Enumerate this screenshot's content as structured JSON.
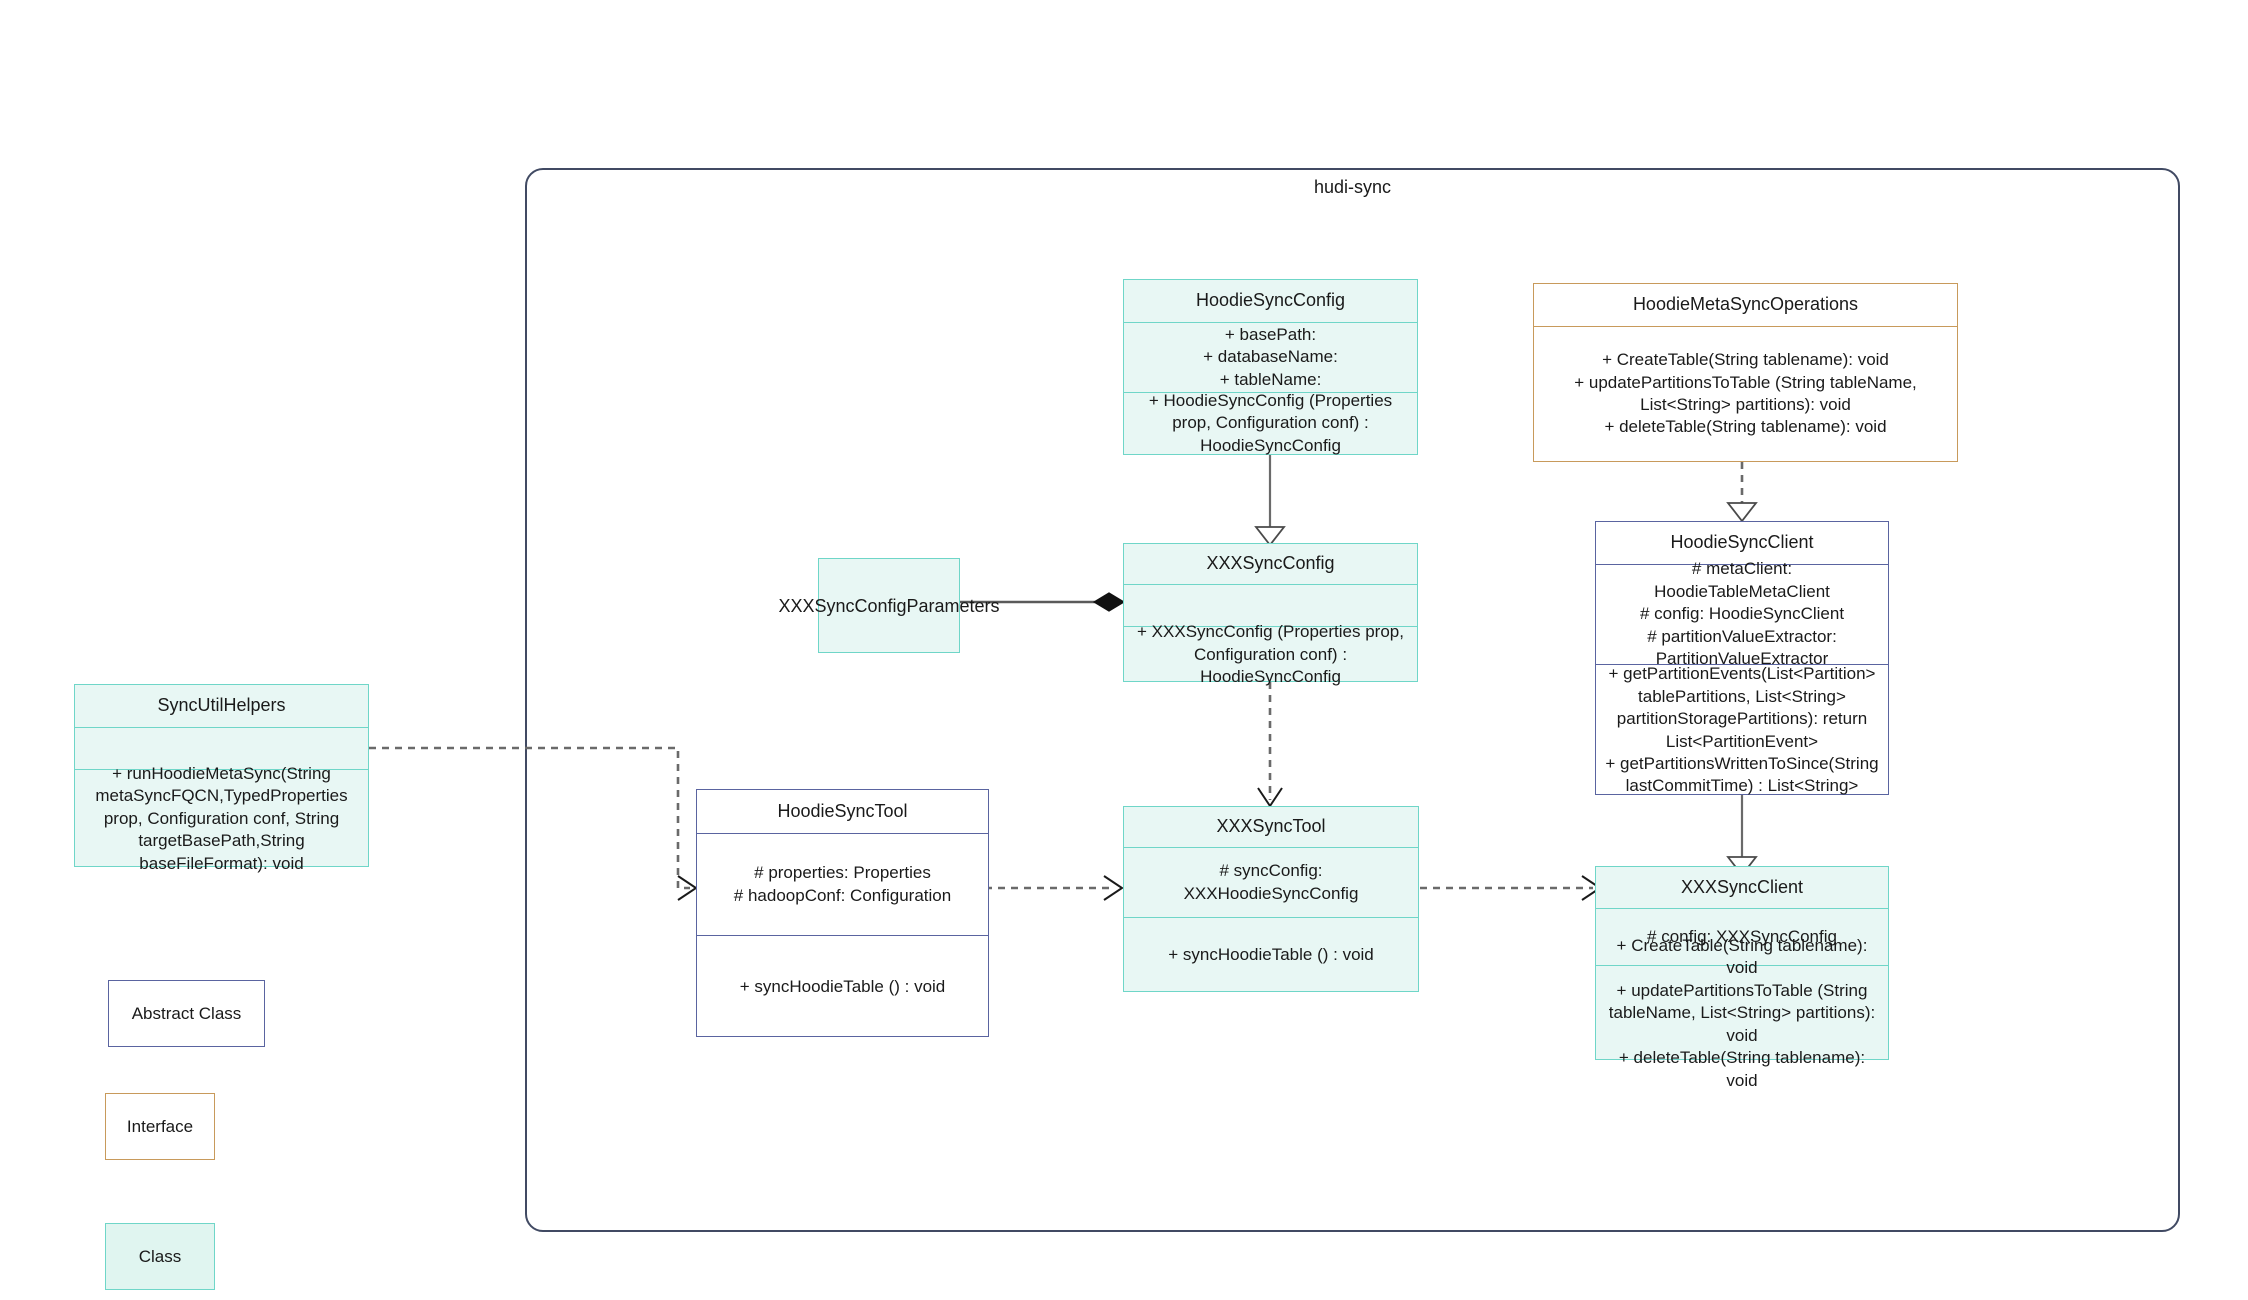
{
  "package": {
    "title": "hudi-sync"
  },
  "classes": {
    "hoodieSyncConfig": {
      "name": "HoodieSyncConfig",
      "attributes": [
        "+    basePath:",
        "+   databaseName:",
        "+   tableName:"
      ],
      "methods": [
        "+   HoodieSyncConfig (Properties prop, Configuration conf) : HoodieSyncConfig"
      ],
      "stereotype": "class"
    },
    "hoodieMetaSyncOperations": {
      "name": "HoodieMetaSyncOperations",
      "methods": [
        "+    CreateTable(String tablename): void",
        "+   updatePartitionsToTable (String tableName, List<String> partitions): void",
        "+    deleteTable(String tablename): void"
      ],
      "stereotype": "interface"
    },
    "xxxSyncConfigParameters": {
      "name": "XXXSyncConfigParameters",
      "stereotype": "class"
    },
    "xxxSyncConfig": {
      "name": "XXXSyncConfig",
      "attributes": [],
      "methods": [
        "+   XXXSyncConfig (Properties prop, Configuration conf) : HoodieSyncConfig"
      ],
      "stereotype": "class"
    },
    "hoodieSyncClient": {
      "name": "HoodieSyncClient",
      "attributes": [
        "#   metaClient: HoodieTableMetaClient",
        "#    config: HoodieSyncClient",
        "#     partitionValueExtractor: PartitionValueExtractor"
      ],
      "methods": [
        "+   getPartitionEvents(List<Partition> tablePartitions, List<String> partitionStoragePartitions): return List<PartitionEvent>",
        "+   getPartitionsWrittenToSince(String lastCommitTime) : List<String>"
      ],
      "stereotype": "abstract"
    },
    "syncUtilHelpers": {
      "name": "SyncUtilHelpers",
      "attributes": [],
      "methods": [
        "+    runHoodieMetaSync(String metaSyncFQCN,TypedProperties prop, Configuration conf, String targetBasePath,String baseFileFormat): void"
      ],
      "stereotype": "class"
    },
    "hoodieSyncTool": {
      "name": "HoodieSyncTool",
      "attributes": [
        "#   properties: Properties",
        "#   hadoopConf: Configuration"
      ],
      "methods": [
        "+   syncHoodieTable () : void"
      ],
      "stereotype": "abstract"
    },
    "xxxSyncTool": {
      "name": "XXXSyncTool",
      "attributes": [
        "#   syncConfig: XXXHoodieSyncConfig"
      ],
      "methods": [
        "+   syncHoodieTable () : void"
      ],
      "stereotype": "class"
    },
    "xxxSyncClient": {
      "name": "XXXSyncClient",
      "attributes": [
        "#    config: XXXSyncConfig"
      ],
      "methods": [
        "+    CreateTable(String tablename): void",
        "+    updatePartitionsToTable (String tableName, List<String> partitions): void",
        "+   deleteTable(String tablename): void"
      ],
      "stereotype": "class"
    }
  },
  "legend": [
    {
      "label": "Abstract Class",
      "style": "abstract",
      "border": "#5a64a0",
      "fill": "#ffffff"
    },
    {
      "label": "Interface",
      "style": "interface",
      "border": "#c89a5b",
      "fill": "#ffffff"
    },
    {
      "label": "Class",
      "style": "class",
      "border": "#6fd6c8",
      "fill": "#e8f7f4"
    }
  ],
  "relationships": [
    {
      "from": "HoodieSyncConfig",
      "to": "XXXSyncConfig",
      "type": "generalization",
      "line": "solid",
      "arrow": "hollow-triangle"
    },
    {
      "from": "XXXSyncConfigParameters",
      "to": "XXXSyncConfig",
      "type": "composition",
      "line": "solid",
      "arrow": "filled-diamond"
    },
    {
      "from": "XXXSyncConfig",
      "to": "XXXSyncTool",
      "type": "dependency",
      "line": "dashed",
      "arrow": "open"
    },
    {
      "from": "HoodieMetaSyncOperations",
      "to": "HoodieSyncClient",
      "type": "realization",
      "line": "dashed",
      "arrow": "hollow-triangle"
    },
    {
      "from": "HoodieSyncClient",
      "to": "XXXSyncClient",
      "type": "generalization",
      "line": "solid",
      "arrow": "hollow-triangle"
    },
    {
      "from": "SyncUtilHelpers",
      "to": "HoodieSyncTool",
      "type": "dependency",
      "line": "dashed",
      "arrow": "open"
    },
    {
      "from": "HoodieSyncTool",
      "to": "XXXSyncTool",
      "type": "dependency",
      "line": "dashed",
      "arrow": "open"
    },
    {
      "from": "XXXSyncTool",
      "to": "XXXSyncClient",
      "type": "dependency",
      "line": "dashed",
      "arrow": "open"
    }
  ],
  "colors": {
    "class_border": "#6fd6c8",
    "class_fill": "#e8f7f4",
    "abstract_border": "#5a64a0",
    "interface_border": "#c89a5b",
    "package_border": "#414a63",
    "connector": "#6a6a6a"
  }
}
